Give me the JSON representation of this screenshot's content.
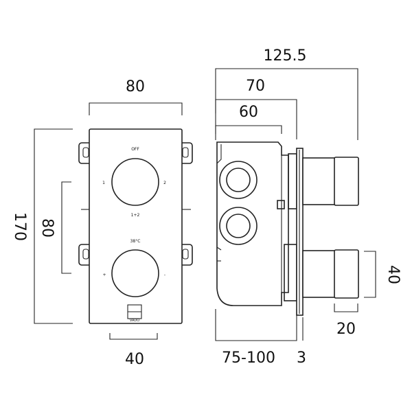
{
  "front_view": {
    "labels": {
      "off": "OFF",
      "pos1": "1",
      "pos2": "2",
      "pos12": "1+2",
      "temp": "38°C",
      "plus": "+",
      "minus": "-",
      "brand": "VADO"
    }
  },
  "dimensions": {
    "width_top": "80",
    "height_total": "170",
    "spacing": "80",
    "bottom_width": "40",
    "depth_total": "125.5",
    "depth_mid": "70",
    "depth_body": "60",
    "knob_height": "40",
    "knob_depth": "20",
    "adjust_range": "75-100",
    "plate": "3"
  }
}
